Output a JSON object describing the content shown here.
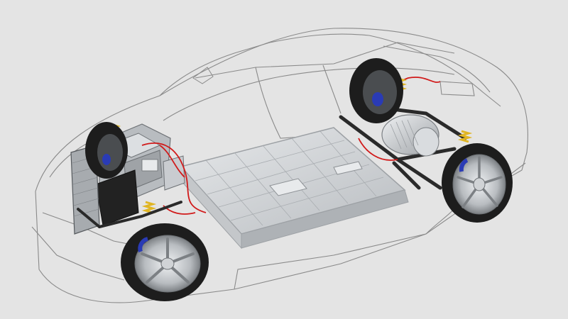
{
  "scene": {
    "subject": "electric-car-cutaway",
    "components": [
      "car-body-outline",
      "battery-pack",
      "rear-electric-motor",
      "front-power-electronics",
      "radiator",
      "front-left-wheel",
      "rear-right-wheel",
      "front-right-wheel",
      "rear-left-wheel",
      "suspension-springs",
      "high-voltage-cables"
    ],
    "colors": {
      "background": "#e4e4e4",
      "body_line": "#8a8a8a",
      "battery": "#d4d6d8",
      "battery_frame": "#9da1a5",
      "tire": "#1d1d1d",
      "rim": "#b8bcc0",
      "brake": "#2a3bb5",
      "spring": "#e0b522",
      "cable": "#d11a1a",
      "frame": "#2a2a2a",
      "motor": "#c9ccd0"
    }
  }
}
